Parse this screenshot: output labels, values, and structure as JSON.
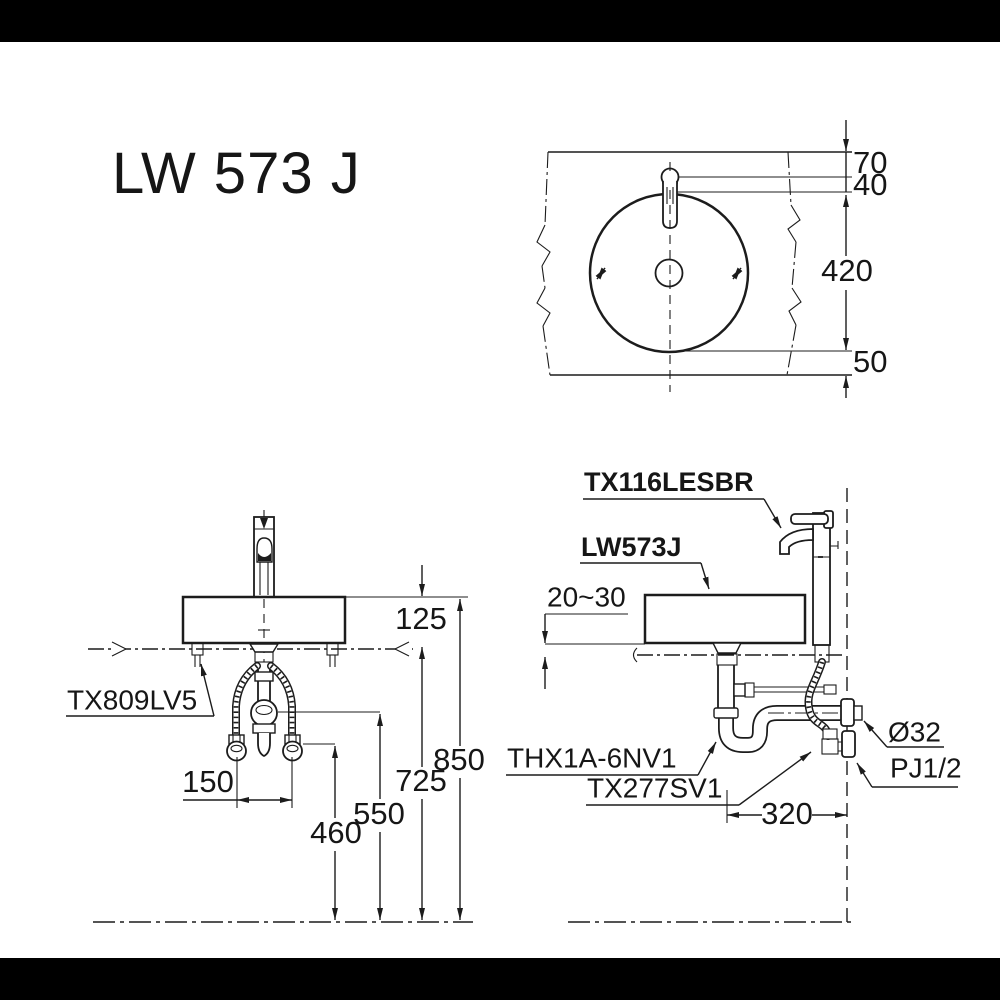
{
  "title": "LW 573 J",
  "colors": {
    "line": "#1c1c1c",
    "background": "#ffffff",
    "letterbox": "#000000"
  },
  "plan": {
    "dim_faucet_offset": "70",
    "dim_faucet_to_bowl": "40",
    "dim_bowl_diameter": "420",
    "dim_bowl_to_edge": "50"
  },
  "front": {
    "part_fitting": "TX809LV5",
    "dim_basin_height": "125",
    "dim_rim_height": "850",
    "dim_counter_height": "725",
    "dim_supply_joint_height": "550",
    "dim_inlet_height": "460",
    "dim_supply_pitch": "150"
  },
  "side": {
    "part_faucet": "TX116LESBR",
    "part_basin": "LW573J",
    "dim_mount_gap": "20~30",
    "part_trap": "THX1A-6NV1",
    "part_stop_valve": "TX277SV1",
    "dim_drain_diameter": "Ø32",
    "dim_supply_thread": "PJ1/2",
    "dim_drain_offset": "320"
  }
}
